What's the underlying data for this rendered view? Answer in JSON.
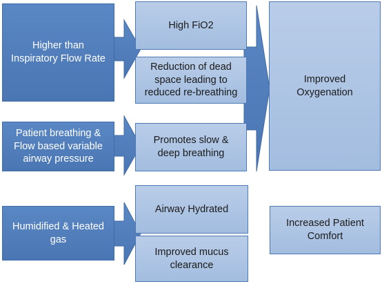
{
  "sources": {
    "flow_rate": "Higher than\nInspiratory Flow Rate",
    "breathing_pressure": "Patient breathing &\nFlow based  variable\nairway pressure",
    "humidified": "Humidified & Heated\ngas"
  },
  "effects": {
    "high_fio2": "High FiO2",
    "dead_space": "Reduction of dead\nspace leading to\nreduced re-breathing",
    "slow_breathing": "Promotes slow &\ndeep breathing",
    "airway_hydrated": "Airway Hydrated",
    "mucus_clearance": "Improved mucus\nclearance"
  },
  "outcomes": {
    "oxygenation": "Improved\nOxygenation",
    "comfort": "Increased Patient\nComfort"
  },
  "colors": {
    "source_fill": "#4f7ebd",
    "effect_fill": "#aec5e4",
    "arrow_fill": "#4f7ebd",
    "border": "#3f6aa3"
  }
}
